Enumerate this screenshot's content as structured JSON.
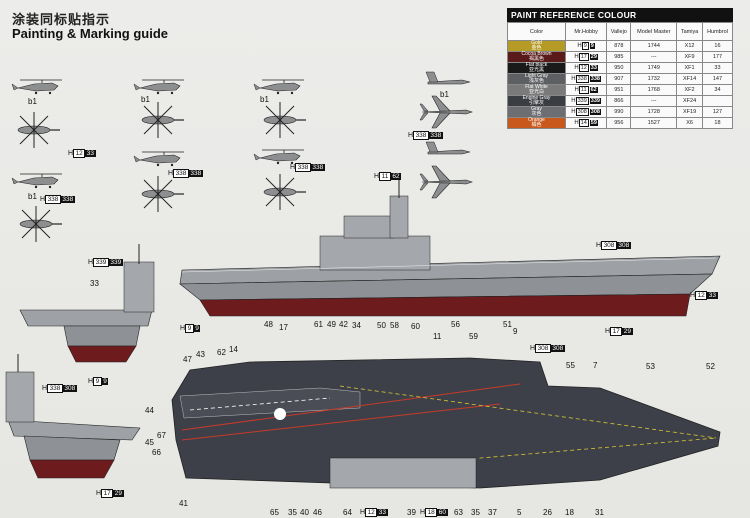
{
  "title_cn": "涂装同标贴指示",
  "title_en": "Painting & Marking guide",
  "paint_table": {
    "title": "PAINT REFERENCE COLOUR",
    "headers": [
      "Color",
      "Mr.Hobby",
      "Vallejo",
      "Model Master",
      "Tamiya",
      "Humbrol"
    ],
    "rows": [
      {
        "name": "Gold",
        "name_cn": "金色",
        "swatch": "#b59b25",
        "h": "H",
        "n1": "9",
        "n2": "9",
        "vallejo": "878",
        "mm": "1744",
        "tamiya": "X12",
        "humbrol": "16"
      },
      {
        "name": "Cocoa Brown",
        "name_cn": "褐黑色",
        "swatch": "#5a1a1a",
        "h": "H",
        "n1": "17",
        "n2": "29",
        "vallejo": "985",
        "mm": "---",
        "tamiya": "XF9",
        "humbrol": "177"
      },
      {
        "name": "Flat black",
        "name_cn": "亚光黑",
        "swatch": "#1a1a1a",
        "h": "H",
        "n1": "12",
        "n2": "33",
        "vallejo": "950",
        "mm": "1749",
        "tamiya": "XF1",
        "humbrol": "33"
      },
      {
        "name": "Light Gray",
        "name_cn": "浅灰色",
        "swatch": "#5d5f63",
        "h": "H",
        "n1": "338",
        "n2": "338",
        "vallejo": "907",
        "mm": "1732",
        "tamiya": "XF14",
        "humbrol": "147"
      },
      {
        "name": "Flat White",
        "name_cn": "亚光白",
        "swatch": "#7a7a7a",
        "h": "H",
        "n1": "11",
        "n2": "62",
        "vallejo": "951",
        "mm": "1768",
        "tamiya": "XF2",
        "humbrol": "34"
      },
      {
        "name": "Engine Gray",
        "name_cn": "引擎灰",
        "swatch": "#3a3d42",
        "h": "H",
        "n1": "339",
        "n2": "339",
        "vallejo": "866",
        "mm": "---",
        "tamiya": "XF24",
        "humbrol": ""
      },
      {
        "name": "Gray",
        "name_cn": "灰色",
        "swatch": "#6c6e72",
        "h": "H",
        "n1": "308",
        "n2": "308",
        "vallejo": "990",
        "mm": "1728",
        "tamiya": "XF19",
        "humbrol": "127"
      },
      {
        "name": "Orange",
        "name_cn": "橘色",
        "swatch": "#c8581c",
        "h": "H",
        "n1": "14",
        "n2": "59",
        "vallejo": "956",
        "mm": "1527",
        "tamiya": "X6",
        "humbrol": "18"
      }
    ]
  },
  "heli_labels": {
    "b1": "b1"
  },
  "h_labels": [
    {
      "id": "h12-33-heli",
      "h": "H",
      "n1": "12",
      "n2": "33"
    },
    {
      "id": "h338-heli-left",
      "h": "H",
      "n1": "338",
      "n2": "338"
    },
    {
      "id": "h338-heli-mid",
      "h": "H",
      "n1": "338",
      "n2": "338"
    },
    {
      "id": "h338-heli-right",
      "h": "H",
      "n1": "338",
      "n2": "338"
    },
    {
      "id": "h338-jet",
      "h": "H",
      "n1": "338",
      "n2": "338"
    },
    {
      "id": "h11-62",
      "h": "H",
      "n1": "11",
      "n2": "62"
    },
    {
      "id": "h308-side",
      "h": "H",
      "n1": "308",
      "n2": "308"
    },
    {
      "id": "h339-front",
      "h": "H",
      "n1": "339",
      "n2": "339"
    },
    {
      "id": "h12-33-side",
      "h": "H",
      "n1": "12",
      "n2": "33"
    },
    {
      "id": "h9-9-front",
      "h": "H",
      "n1": "9",
      "n2": "9"
    },
    {
      "id": "h17-29-side",
      "h": "H",
      "n1": "17",
      "n2": "29"
    },
    {
      "id": "h308-deck",
      "h": "H",
      "n1": "308",
      "n2": "308"
    },
    {
      "id": "h338-rear",
      "h": "H",
      "n1": "338",
      "n2": "308"
    },
    {
      "id": "h9-9-rear",
      "h": "H",
      "n1": "9",
      "n2": "9"
    },
    {
      "id": "h17-29-rear",
      "h": "H",
      "n1": "17",
      "n2": "29"
    },
    {
      "id": "h12-33-bottom",
      "h": "H",
      "n1": "12",
      "n2": "33"
    },
    {
      "id": "h18-bottom",
      "h": "H",
      "n1": "18",
      "n2": "60"
    }
  ],
  "front_number": "33",
  "part_numbers_top": [
    "48",
    "17",
    "61",
    "49",
    "42",
    "34",
    "50",
    "58",
    "60",
    "56",
    "11",
    "59",
    "51",
    "9",
    "47",
    "43",
    "62",
    "14",
    "55",
    "7",
    "53",
    "52",
    "44",
    "67",
    "45",
    "66",
    "41"
  ],
  "part_numbers_bottom": [
    "65",
    "35",
    "40",
    "46",
    "64",
    "39",
    "63",
    "35",
    "37",
    "5",
    "26",
    "18",
    "31"
  ]
}
